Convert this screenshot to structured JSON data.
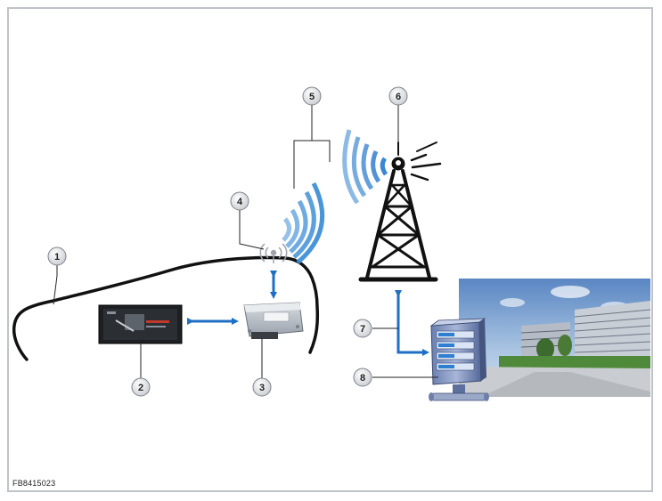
{
  "figure_id": "FB8415023",
  "callouts": [
    {
      "label": "1"
    },
    {
      "label": "2"
    },
    {
      "label": "3"
    },
    {
      "label": "4"
    },
    {
      "label": "5"
    },
    {
      "label": "6"
    },
    {
      "label": "7"
    },
    {
      "label": "8"
    }
  ],
  "colors": {
    "arrow": "#1f6fc4",
    "radio_wave": "#3f8fd8",
    "tower": "#111111",
    "frame": "#bfc3c9"
  }
}
